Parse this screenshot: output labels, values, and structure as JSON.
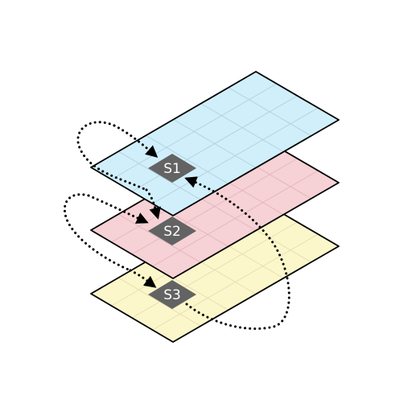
{
  "layers": [
    {
      "id": "top",
      "fill": "#d0effb",
      "grid": "#b5d3de",
      "label": "S1"
    },
    {
      "id": "middle",
      "fill": "#f6d1d6",
      "grid": "#e3b8bd",
      "label": "S2"
    },
    {
      "id": "bottom",
      "fill": "#fcf7cb",
      "grid": "#e6e0b2",
      "label": "S3"
    }
  ],
  "label_box_color": "#636363",
  "outline_color": "#000000",
  "arrow_color": "#000000"
}
